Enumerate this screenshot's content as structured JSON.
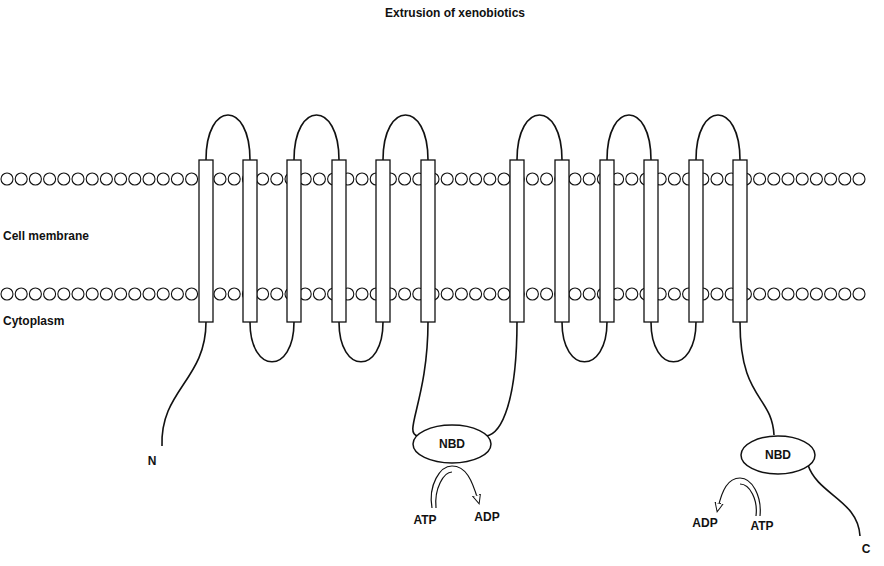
{
  "diagram": {
    "title": "Extrusion of xenobiotics",
    "nodes": [
      {
        "text": [
          "NBD"
        ]
      },
      {
        "text": [
          "NBD"
        ]
      }
    ],
    "labels": [
      "Cell membrane",
      "Cytoplasm",
      "N",
      "ATP",
      "ADP",
      "ADP",
      "ATP",
      "C"
    ]
  }
}
